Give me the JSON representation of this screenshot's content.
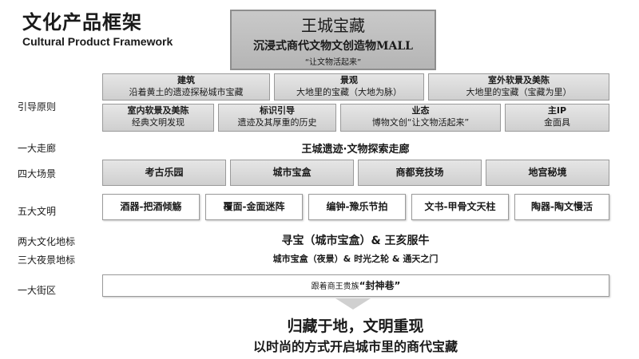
{
  "header": {
    "title_cn": "文化产品框架",
    "title_en": "Cultural Product Framework"
  },
  "topbox": {
    "line1": "王城宝藏",
    "line2": "沉浸式商代文物文创造物MALL",
    "line3": "“让文物活起来”"
  },
  "row_labels": {
    "guiding": "引导原则",
    "corridor": "一大走廊",
    "scenes": "四大场景",
    "civilizations": "五大文明",
    "landmarks": "两大文化地标",
    "night": "三大夜景地标",
    "street": "一大街区"
  },
  "guiding_row1": [
    {
      "title": "建筑",
      "desc": "沿着黄土的遗迹探秘城市宝藏"
    },
    {
      "title": "景观",
      "desc": "大地里的宝藏（大地为脉）"
    },
    {
      "title": "室外软景及美陈",
      "desc": "大地里的宝藏（宝藏为里）"
    }
  ],
  "guiding_row2": [
    {
      "title": "室内软景及美陈",
      "desc": "经典文明发现"
    },
    {
      "title": "标识引导",
      "desc": "遗迹及其厚重的历史"
    },
    {
      "title": "业态",
      "desc": "博物文创“让文物活起来”"
    },
    {
      "title": "主IP",
      "desc": "金面具"
    }
  ],
  "corridor_text": "王城遗迹·文物探索走廊",
  "scenes": [
    "考古乐园",
    "城市宝盒",
    "商都竞技场",
    "地宫秘境"
  ],
  "civilizations": [
    "酒器-把酒倾觞",
    "覆面-金面迷阵",
    "编钟-豫乐节拍",
    "文书-甲骨文天柱",
    "陶器-陶文慢活"
  ],
  "landmarks_text": "寻宝（城市宝盒）& 王亥服牛",
  "night_text": "城市宝盒（夜景）& 时光之轮 & 通天之门",
  "street": {
    "prefix": "跟着商王贵族",
    "highlight": "“封神巷”"
  },
  "slogan": {
    "line1": "归藏于地，文明重现",
    "line2": "以时尚的方式开启城市里的商代宝藏"
  }
}
